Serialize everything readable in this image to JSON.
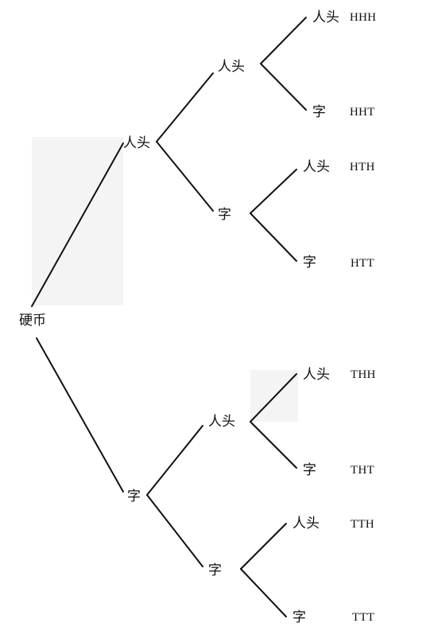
{
  "tree": {
    "root": {
      "label": "硬币"
    },
    "level1": [
      {
        "id": "h",
        "label": "人头"
      },
      {
        "id": "t",
        "label": "字"
      }
    ],
    "level2": [
      {
        "id": "hh",
        "label": "人头"
      },
      {
        "id": "ht",
        "label": "字"
      },
      {
        "id": "th",
        "label": "人头"
      },
      {
        "id": "tt",
        "label": "字"
      }
    ],
    "level3": [
      {
        "id": "hhh",
        "label": "人头",
        "outcome": "HHH"
      },
      {
        "id": "hht",
        "label": "字",
        "outcome": "HHT"
      },
      {
        "id": "hth",
        "label": "人头",
        "outcome": "HTH"
      },
      {
        "id": "htt",
        "label": "字",
        "outcome": "HTT"
      },
      {
        "id": "thh",
        "label": "人头",
        "outcome": "THH"
      },
      {
        "id": "tht",
        "label": "字",
        "outcome": "THT"
      },
      {
        "id": "tth",
        "label": "人头",
        "outcome": "TTH"
      },
      {
        "id": "ttt",
        "label": "字",
        "outcome": "TTT"
      }
    ]
  },
  "colors": {
    "line": "#111111",
    "text": "#111111",
    "background": "#ffffff"
  }
}
